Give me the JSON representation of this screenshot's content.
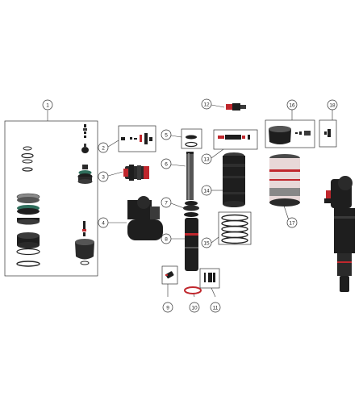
{
  "diagram": {
    "colors": {
      "part_dark": "#1e1e1e",
      "part_mid": "#3a3a3a",
      "part_light": "#7a7a7a",
      "accent_red": "#c0272d",
      "outline": "#333333",
      "background": "#ffffff"
    },
    "callouts": [
      {
        "id": "c1",
        "label": "1"
      },
      {
        "id": "c2",
        "label": "2"
      },
      {
        "id": "c3",
        "label": "3"
      },
      {
        "id": "c4",
        "label": "4"
      },
      {
        "id": "c5",
        "label": "5"
      },
      {
        "id": "c6",
        "label": "6"
      },
      {
        "id": "c7",
        "label": "7"
      },
      {
        "id": "c8",
        "label": "8"
      },
      {
        "id": "c9",
        "label": "9"
      },
      {
        "id": "c10",
        "label": "10"
      },
      {
        "id": "c11",
        "label": "11"
      },
      {
        "id": "c12",
        "label": "12"
      },
      {
        "id": "c13",
        "label": "13"
      },
      {
        "id": "c14",
        "label": "14"
      },
      {
        "id": "c15",
        "label": "15"
      },
      {
        "id": "c16",
        "label": "16"
      },
      {
        "id": "c17",
        "label": "17"
      },
      {
        "id": "c18",
        "label": "18"
      }
    ]
  }
}
